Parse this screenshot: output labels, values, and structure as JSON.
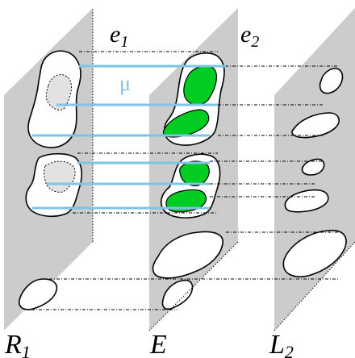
{
  "labels": {
    "e1": {
      "base": "e",
      "sub": "1"
    },
    "e2": {
      "base": "e",
      "sub": "2"
    },
    "mu": "μ",
    "R1": {
      "base": "R",
      "sub": "1"
    },
    "E": "E",
    "L2": {
      "base": "L",
      "sub": "2"
    }
  },
  "colors": {
    "plane": "#cccccc",
    "green": "#00cc22",
    "mu_line": "#7ec3e8",
    "inner_fill": "#e2e2e2",
    "outline": "#000000",
    "background": "#ffffff"
  }
}
